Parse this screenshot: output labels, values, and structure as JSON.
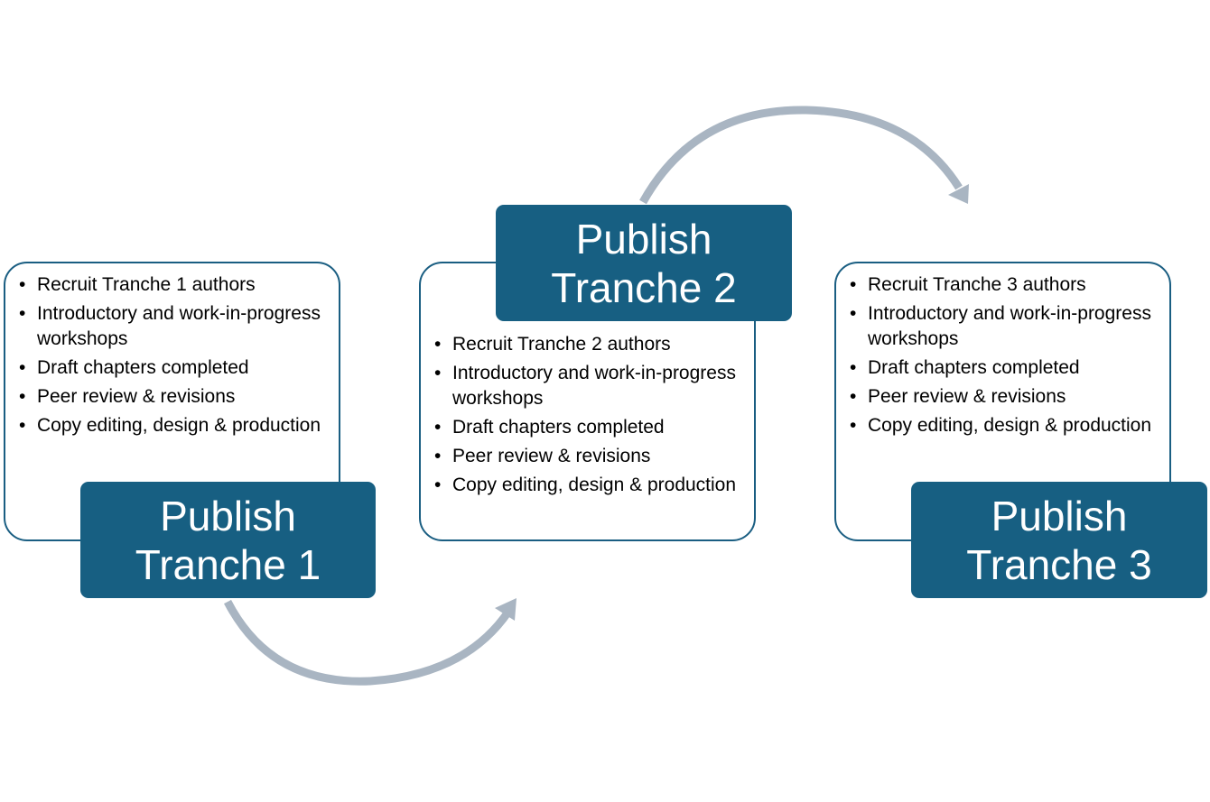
{
  "colors": {
    "card_border": "#1a5e82",
    "title_fill": "#175f82",
    "title_text": "#ffffff",
    "arrow": "#a9b5c2",
    "body_text": "#000000"
  },
  "stages": [
    {
      "title_line1": "Publish",
      "title_line2": "Tranche 1",
      "items": [
        "Recruit Tranche 1 authors",
        "Introductory and work-in-progress workshops",
        "Draft chapters completed",
        "Peer review & revisions",
        "Copy editing, design & production"
      ]
    },
    {
      "title_line1": "Publish",
      "title_line2": "Tranche 2",
      "items": [
        "Recruit Tranche 2 authors",
        "Introductory and work-in-progress workshops",
        "Draft chapters completed",
        "Peer review & revisions",
        "Copy editing, design & production"
      ]
    },
    {
      "title_line1": "Publish",
      "title_line2": "Tranche 3",
      "items": [
        "Recruit Tranche 3 authors",
        "Introductory and work-in-progress workshops",
        "Draft chapters completed",
        "Peer review & revisions",
        "Copy editing, design & production"
      ]
    }
  ]
}
